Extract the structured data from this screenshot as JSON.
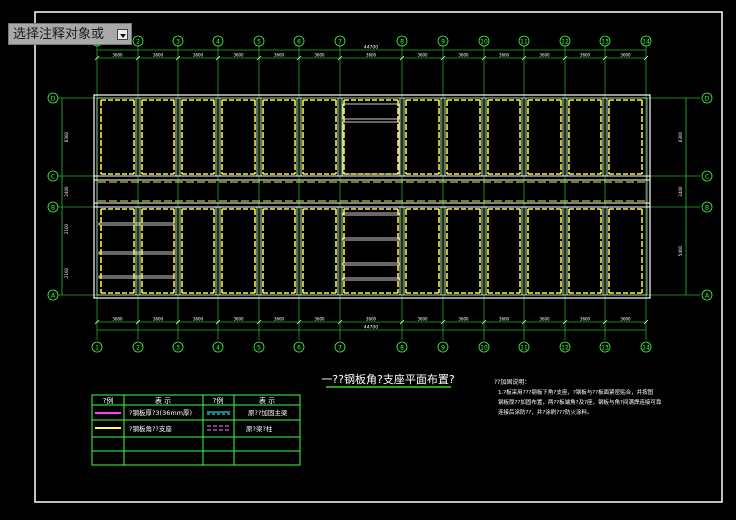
{
  "command_prompt": {
    "text": "选择注释对象或"
  },
  "column_labels": [
    "1",
    "2",
    "3",
    "4",
    "5",
    "6",
    "7",
    "8",
    "9",
    "10",
    "11",
    "12",
    "13",
    "14"
  ],
  "row_labels": [
    "D",
    "C",
    "B",
    "A"
  ],
  "dimensions": {
    "overall_top": "44700",
    "overall_bottom": "44700",
    "bay_top": [
      "3600",
      "3600",
      "3600",
      "3600",
      "3600",
      "3600",
      "3600",
      "3600",
      "3600",
      "3600",
      "3600",
      "3600",
      "3600"
    ],
    "bay_bottom": [
      "3600",
      "3600",
      "3600",
      "3600",
      "3600",
      "3600",
      "3600",
      "3600",
      "3600",
      "3600",
      "3600",
      "3600",
      "3600"
    ],
    "left_spans": [
      "6300",
      "2400",
      "2100",
      "2100"
    ],
    "right_spans": [
      "6300",
      "2400",
      "5400"
    ],
    "inner_stair": "5400"
  },
  "drawing_title": "一??钢板角?支座平面布置?",
  "notes": {
    "heading": "??加固说明：",
    "lines": [
      "1.?板采用???钢板下角?支座，?钢板与??板面紧密贴合，并按图",
      "  钢板厚??加固布置，两??板端角?及?座，钢板与角?间满焊连接可靠",
      "  连接后涂防??，并?涂刷???防火涂料。"
    ]
  },
  "legend": {
    "headers": [
      "?例",
      "表 示",
      "?例",
      "表 示"
    ],
    "rows": [
      {
        "left_desc": "?钢板厚?3(36mm厚)",
        "right_desc": "原??加固主梁"
      },
      {
        "left_desc": "?钢板角??支座",
        "right_desc": "原?梁?柱"
      }
    ],
    "colors": {
      "magenta": "#ff3cff",
      "yellow": "#ffff3c",
      "cyan": "#3cffff",
      "pink": "#ff80ff"
    }
  },
  "colors": {
    "grid": "#3cff3c",
    "wall": "#ffffff",
    "support": "#f2f23a",
    "frame": "#ffffff",
    "bg": "#000000"
  }
}
